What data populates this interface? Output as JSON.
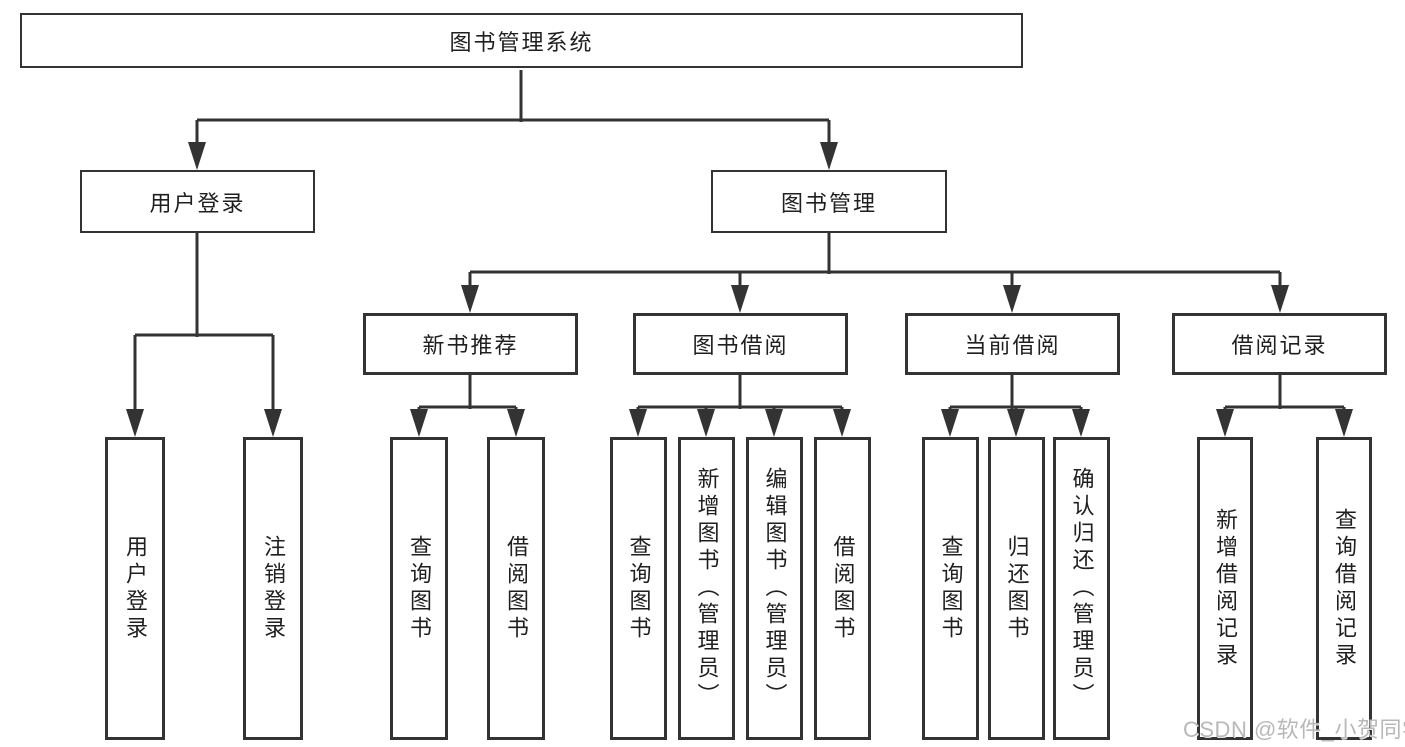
{
  "colors": {
    "line": "#333333",
    "box_border": "#333333",
    "box_fill": "#ffffff",
    "text": "#1f1f1f",
    "watermark": "#b8b8b8"
  },
  "watermark": {
    "text": "CSDN @软件_小贺同学"
  },
  "tree": {
    "root": {
      "label": "图书管理系统"
    },
    "level1": [
      {
        "label": "用户登录"
      },
      {
        "label": "图书管理"
      }
    ],
    "level2": [
      {
        "label": "新书推荐",
        "parent": "图书管理"
      },
      {
        "label": "图书借阅",
        "parent": "图书管理"
      },
      {
        "label": "当前借阅",
        "parent": "图书管理"
      },
      {
        "label": "借阅记录",
        "parent": "图书管理"
      }
    ],
    "leaves": [
      {
        "label": "用户登录",
        "parent": "用户登录"
      },
      {
        "label": "注销登录",
        "parent": "用户登录"
      },
      {
        "label": "查询图书",
        "parent": "新书推荐"
      },
      {
        "label": "借阅图书",
        "parent": "新书推荐"
      },
      {
        "label": "查询图书",
        "parent": "图书借阅"
      },
      {
        "label": "新增图书（管理员）",
        "parent": "图书借阅"
      },
      {
        "label": "编辑图书（管理员）",
        "parent": "图书借阅"
      },
      {
        "label": "借阅图书",
        "parent": "图书借阅"
      },
      {
        "label": "查询图书",
        "parent": "当前借阅"
      },
      {
        "label": "归还图书",
        "parent": "当前借阅"
      },
      {
        "label": "确认归还（管理员）",
        "parent": "当前借阅"
      },
      {
        "label": "新增借阅记录",
        "parent": "借阅记录"
      },
      {
        "label": "查询借阅记录",
        "parent": "借阅记录"
      }
    ]
  }
}
